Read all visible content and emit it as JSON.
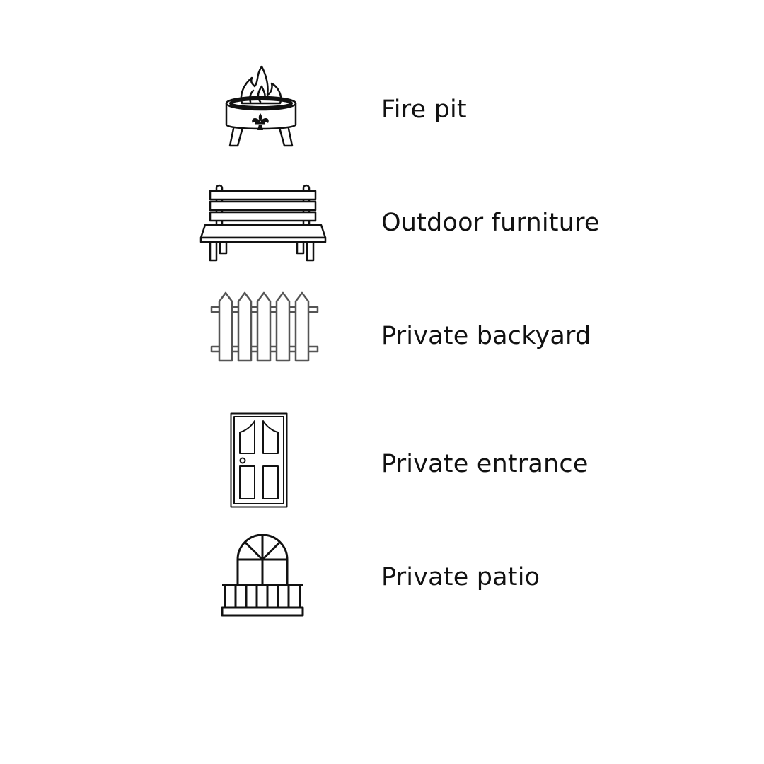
{
  "amenities": [
    {
      "label": "Fire pit",
      "icon": "fire-pit-icon"
    },
    {
      "label": "Outdoor furniture",
      "icon": "bench-icon"
    },
    {
      "label": "Private backyard",
      "icon": "fence-icon"
    },
    {
      "label": "Private entrance",
      "icon": "door-icon"
    },
    {
      "label": "Private patio",
      "icon": "balcony-icon"
    }
  ],
  "colors": {
    "background": "#ffffff",
    "text": "#111111",
    "icon_stroke": "#111111",
    "fence_stroke": "#555555"
  }
}
